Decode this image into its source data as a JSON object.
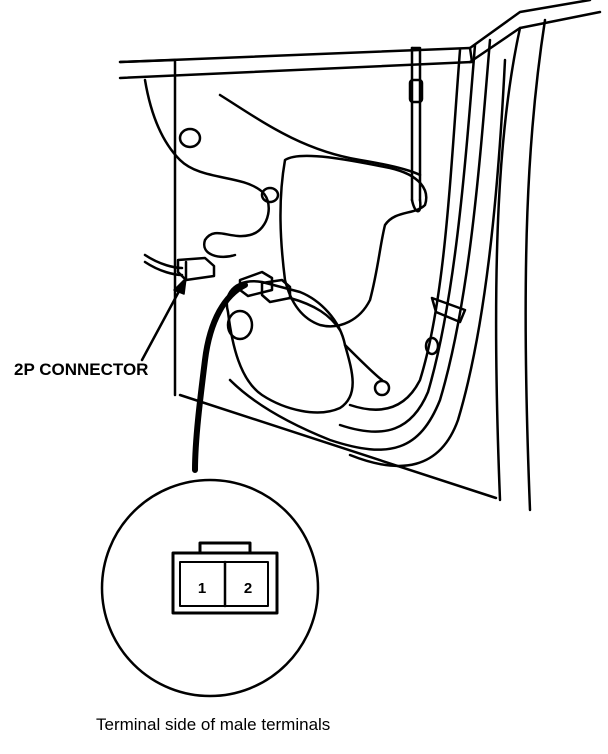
{
  "labels": {
    "connector": "2P CONNECTOR",
    "caption": "Terminal side of male terminals",
    "terminal_1": "1",
    "terminal_2": "2"
  },
  "colors": {
    "ink": "#000000",
    "paper": "#ffffff"
  }
}
